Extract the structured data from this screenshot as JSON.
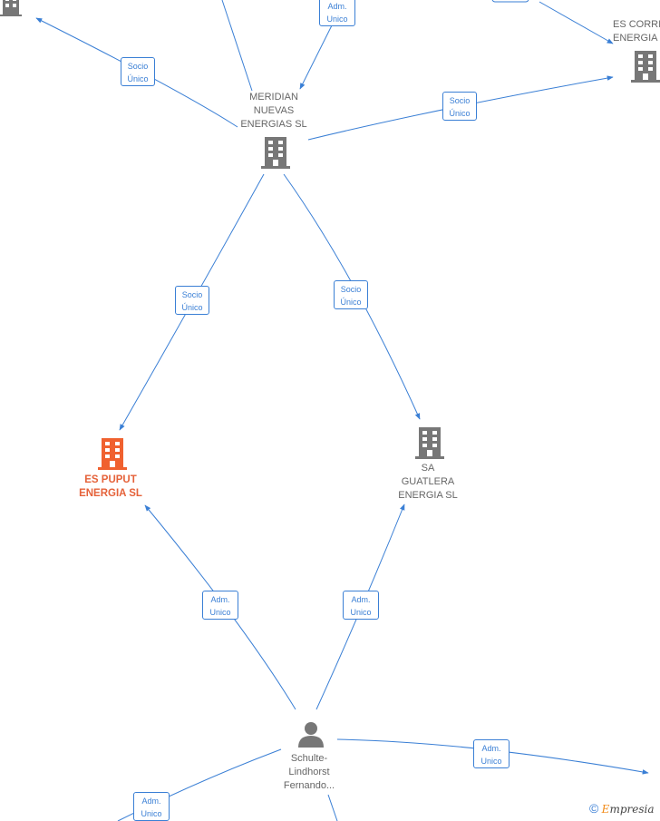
{
  "colors": {
    "edge": "#3a7fd5",
    "company": "#777777",
    "focus_company": "#f0612f",
    "person": "#777777"
  },
  "nodes": {
    "meridian": {
      "label": "MERIDIAN\nNUEVAS\nENERGIAS  SL",
      "type": "company"
    },
    "es_corrales": {
      "label": "ES CORRI\nENERGIA",
      "type": "company"
    },
    "es_puput": {
      "label": "ES PUPUT\nENERGIA  SL",
      "type": "company-focus"
    },
    "sa_guatlera": {
      "label": "SA\nGUATLERA\nENERGIA  SL",
      "type": "company"
    },
    "schulte": {
      "label": "Schulte-\nLindhorst\nFernando...",
      "type": "person"
    },
    "top_left": {
      "label": "",
      "type": "company"
    }
  },
  "edges": [
    {
      "label": "Socio\nÚnico"
    },
    {
      "label": "Adm.\nUnico"
    },
    {
      "label": "Socio\nÚnico"
    },
    {
      "label": "Socio\nÚnico"
    },
    {
      "label": "Socio\nÚnico"
    },
    {
      "label": "Adm.\nUnico"
    },
    {
      "label": "Adm.\nUnico"
    },
    {
      "label": "Adm.\nUnico"
    },
    {
      "label": "Adm.\nUnico"
    }
  ],
  "brand": {
    "copyright": "©",
    "logo_initial": "E",
    "logo_rest": "mpresia"
  }
}
